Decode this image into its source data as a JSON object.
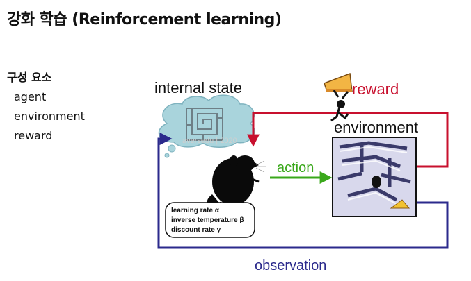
{
  "title": "강화 학습 (Reinforcement learning)",
  "components": {
    "heading": "구성 요소",
    "items": [
      "agent",
      "environment",
      "reward"
    ]
  },
  "diagram": {
    "internal_state_label": "internal state",
    "reward_label": "reward",
    "environment_label": "environment",
    "action_label": "action",
    "observation_label": "observation",
    "params": [
      "learning rate α",
      "inverse temperature β",
      "discount rate γ"
    ],
    "watermark": "aversedu | 2020",
    "colors": {
      "reward": "#c8102e",
      "action": "#3aa81b",
      "observation": "#2b2a8c",
      "thought_cloud": "#a9d4dc"
    }
  }
}
